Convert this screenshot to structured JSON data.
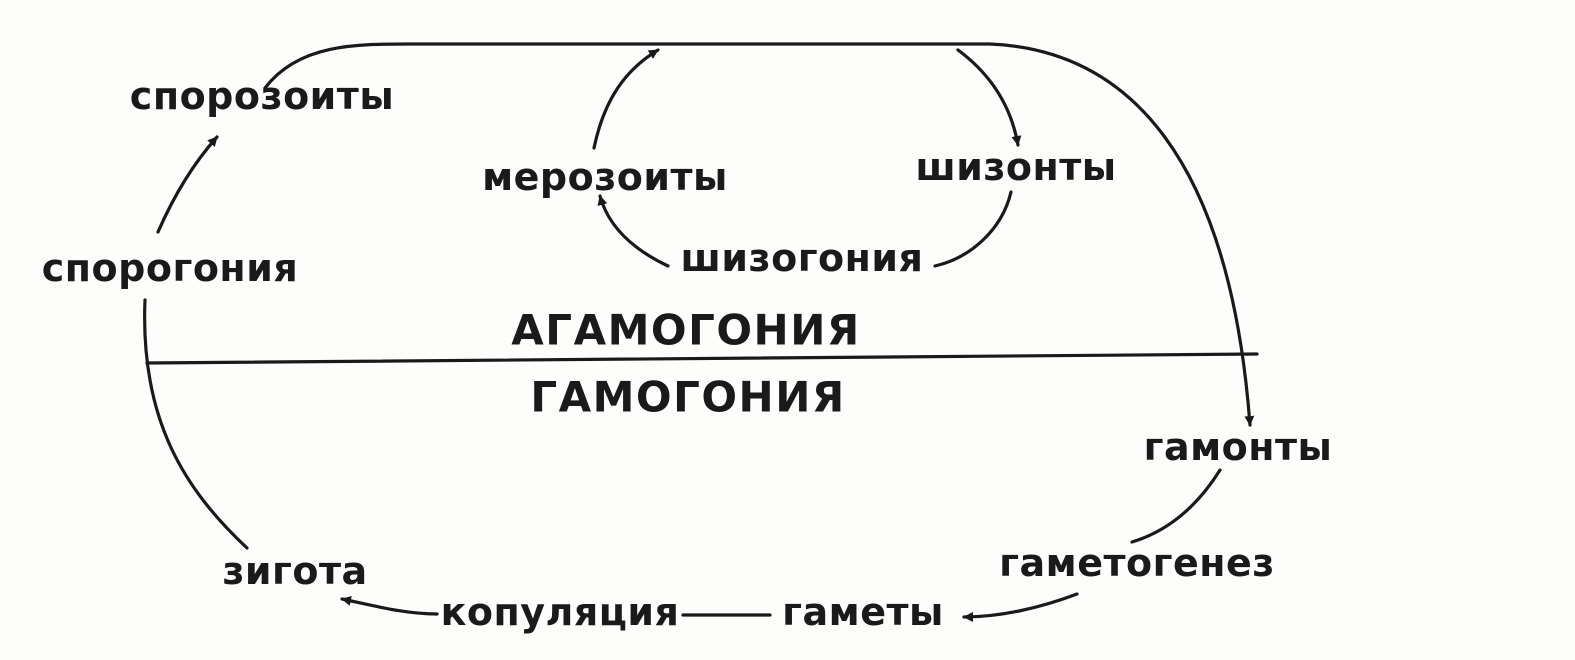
{
  "labels": {
    "sporozoites": "спорозоиты",
    "sporogony": "спорогония",
    "merozoites": "мерозоиты",
    "schizonts": "шизонты",
    "schizogony": "шизогония",
    "agamogony": "АГАМОГОНИЯ",
    "gamogony": "ГАМОГОНИЯ",
    "gamonts": "гамонты",
    "gametogenesis": "гаметогенез",
    "zygote": "зигота",
    "copulation": "копуляция",
    "gametes": "гаметы"
  },
  "colors": {
    "ink": "#1a1a1a",
    "paper": "#fdfdfb"
  }
}
